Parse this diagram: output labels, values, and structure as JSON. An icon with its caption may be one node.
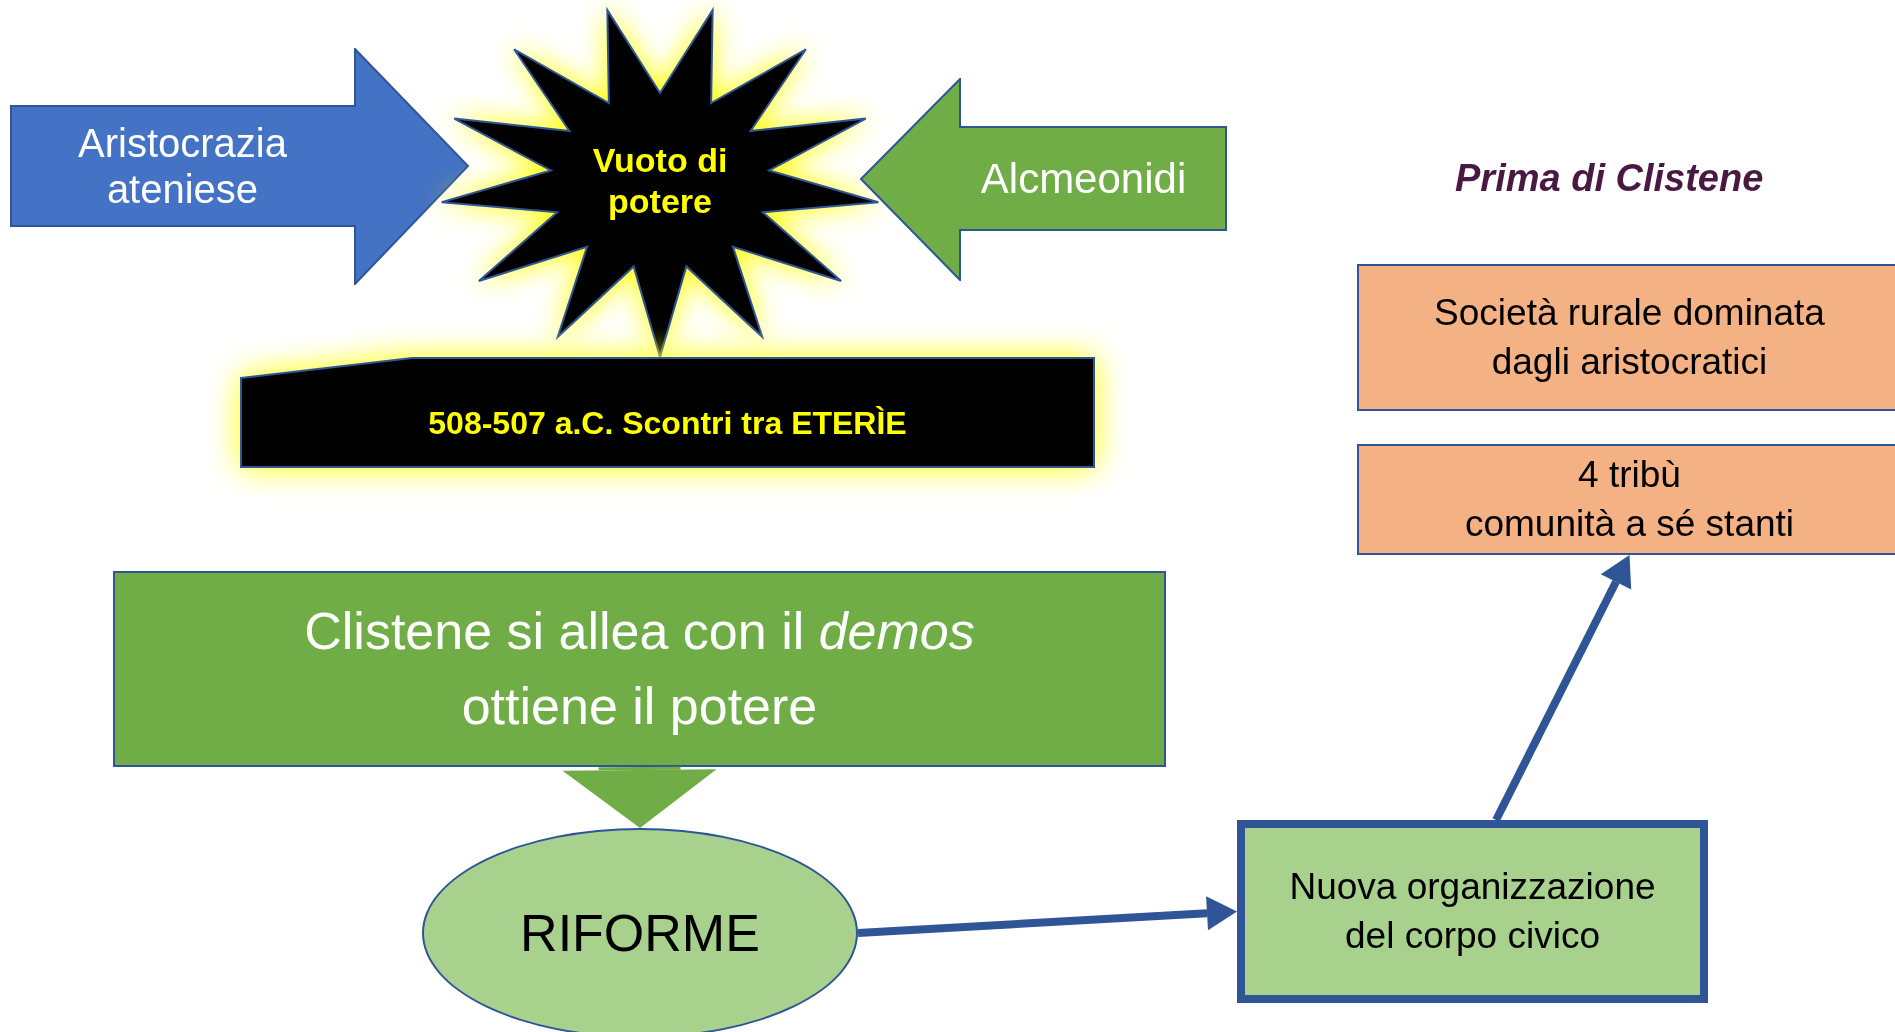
{
  "diagram": {
    "nodes": [
      {
        "text": [
          "Aristocrazia ateniese"
        ]
      },
      {
        "text": [
          "Vuoto di potere"
        ]
      },
      {
        "text": [
          "Alcmeonidi"
        ]
      },
      {
        "text": [
          "508-507 a.C. Scontri tra ETERÌE"
        ]
      },
      {
        "text": [
          "Società rurale dominata dagli aristocratici"
        ]
      },
      {
        "text": [
          "4 tribù",
          "comunità a sé stanti"
        ]
      },
      {
        "text": [
          "Clistene si allea con il *demos*",
          "ottiene il potere"
        ]
      },
      {
        "text": [
          "RIFORME"
        ]
      },
      {
        "text": [
          "Nuova organizzazione del corpo civico"
        ]
      }
    ],
    "edges": [
      {
        "from": 6,
        "to": 7,
        "arrow": "to",
        "style": "thick",
        "color": "#70ad47"
      },
      {
        "from": 7,
        "to": 8,
        "arrow": "to"
      },
      {
        "from": 8,
        "to": 5,
        "arrow": "to"
      }
    ],
    "labels": [
      "Prima di Clistene"
    ]
  }
}
